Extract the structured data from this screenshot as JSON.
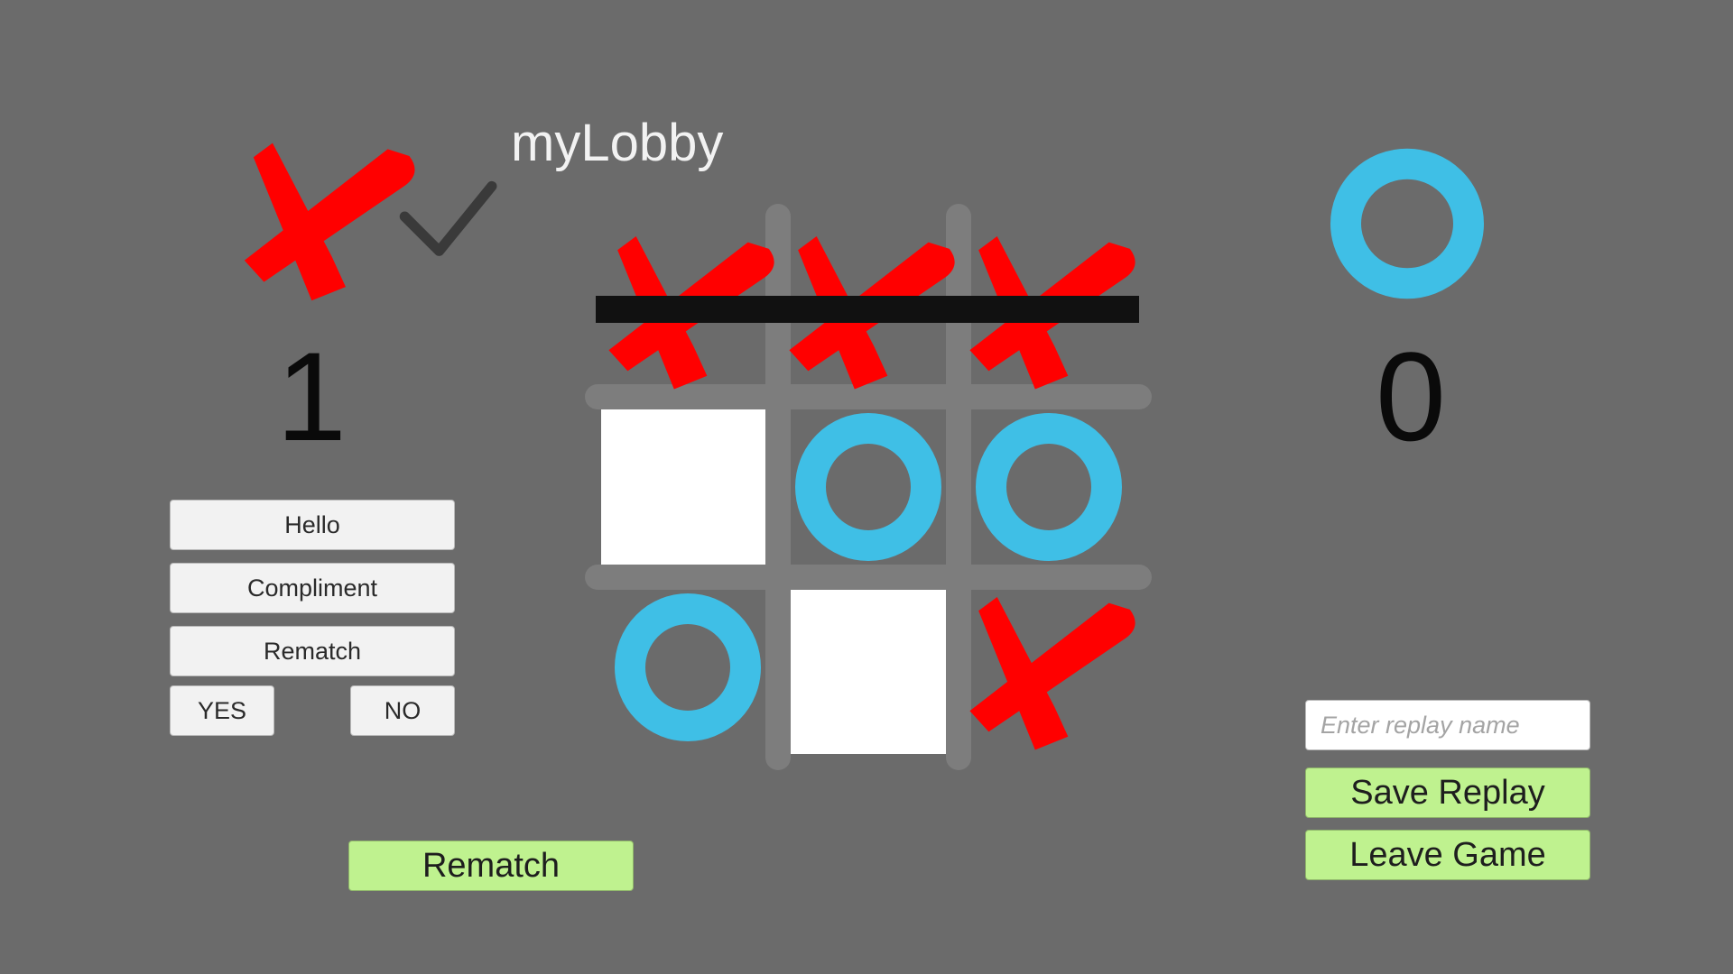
{
  "lobby": {
    "name": "myLobby"
  },
  "players": {
    "x": {
      "symbol": "x-mark",
      "score": "1",
      "has_turn": true,
      "color": "#ff0000"
    },
    "o": {
      "symbol": "o-ring",
      "score": "0",
      "has_turn": false,
      "color": "#3fbfe6"
    }
  },
  "chat_buttons": {
    "hello": "Hello",
    "compliment": "Compliment",
    "rematch": "Rematch",
    "yes": "YES",
    "no": "NO"
  },
  "actions": {
    "rematch": "Rematch",
    "save_replay": "Save Replay",
    "leave_game": "Leave Game"
  },
  "replay": {
    "value": "",
    "placeholder": "Enter replay name"
  },
  "board": {
    "rows": 3,
    "cols": 3,
    "cells": [
      [
        "X",
        "X",
        "X"
      ],
      [
        "",
        "O",
        "O"
      ],
      [
        "O",
        "",
        "X"
      ]
    ],
    "highlighted_empty_cells": [
      [
        1,
        0
      ],
      [
        2,
        1
      ]
    ],
    "winning_line": {
      "type": "row",
      "index": 0
    }
  },
  "colors": {
    "background": "#6b6b6b",
    "grid": "#7d7d7d",
    "x": "#ff0000",
    "o": "#3fbfe6",
    "win_line": "#111111",
    "button_green": "#bff28f"
  },
  "icons": {
    "turn_indicator": "checkmark-icon"
  }
}
